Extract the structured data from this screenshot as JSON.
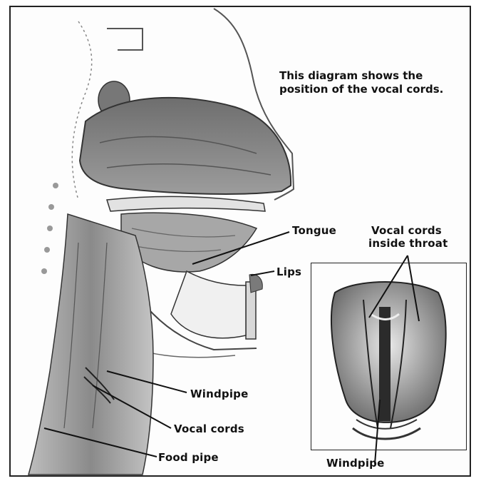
{
  "caption": "This diagram shows the position of the vocal cords.",
  "labels": {
    "tongue": "Tongue",
    "lips": "Lips",
    "windpipe": "Windpipe",
    "vocal_cords": "Vocal cords",
    "food_pipe": "Food pipe"
  },
  "inset": {
    "title_line1": "Vocal cords",
    "title_line2": "inside throat",
    "bottom_label": "Windpipe"
  },
  "colors": {
    "ink": "#111111",
    "tissue_dark": "#5a5a5a",
    "tissue_mid": "#9a9a9a",
    "tissue_light": "#cfcfcf",
    "paper": "#fdfdfd"
  }
}
